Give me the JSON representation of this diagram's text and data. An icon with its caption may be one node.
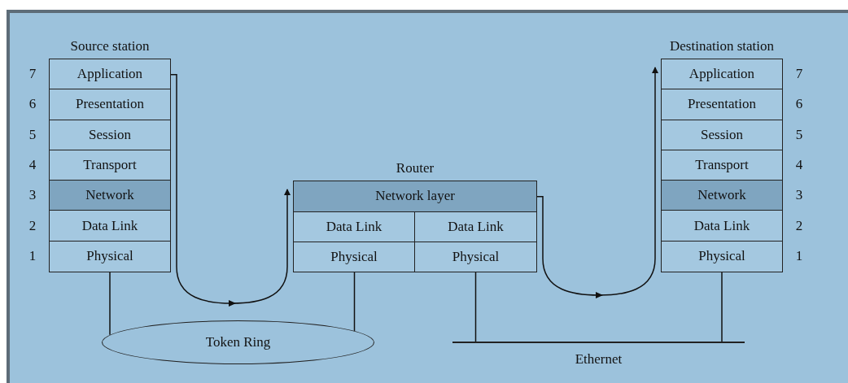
{
  "diagram": {
    "nodes": [
      {
        "text": [
          "Source station"
        ]
      },
      {
        "text": [
          "Application"
        ],
        "in": 0,
        "beside": [
          "7"
        ]
      },
      {
        "text": [
          "Presentation"
        ],
        "in": 0,
        "beside": [
          "6"
        ]
      },
      {
        "text": [
          "Session"
        ],
        "in": 0,
        "beside": [
          "5"
        ]
      },
      {
        "text": [
          "Transport"
        ],
        "in": 0,
        "beside": [
          "4"
        ]
      },
      {
        "text": [
          "Network"
        ],
        "in": 0,
        "beside": [
          "3"
        ]
      },
      {
        "text": [
          "Data Link"
        ],
        "in": 0,
        "beside": [
          "2"
        ]
      },
      {
        "text": [
          "Physical"
        ],
        "in": 0,
        "beside": [
          "1"
        ]
      },
      {
        "text": [
          "Router"
        ]
      },
      {
        "text": [
          "Network layer"
        ],
        "in": 8
      },
      {
        "text": [
          "Data Link"
        ],
        "in": 8
      },
      {
        "text": [
          "Data Link"
        ],
        "in": 8
      },
      {
        "text": [
          "Physical"
        ],
        "in": 8
      },
      {
        "text": [
          "Physical"
        ],
        "in": 8
      },
      {
        "text": [
          "Destination station"
        ]
      },
      {
        "text": [
          "Application"
        ],
        "in": 14,
        "beside": [
          "7"
        ]
      },
      {
        "text": [
          "Presentation"
        ],
        "in": 14,
        "beside": [
          "6"
        ]
      },
      {
        "text": [
          "Session"
        ],
        "in": 14,
        "beside": [
          "5"
        ]
      },
      {
        "text": [
          "Transport"
        ],
        "in": 14,
        "beside": [
          "4"
        ]
      },
      {
        "text": [
          "Network"
        ],
        "in": 14,
        "beside": [
          "3"
        ]
      },
      {
        "text": [
          "Data Link"
        ],
        "in": 14,
        "beside": [
          "2"
        ]
      },
      {
        "text": [
          "Physical"
        ],
        "in": 14,
        "beside": [
          "1"
        ]
      },
      {
        "text": [
          "Token Ring"
        ]
      },
      {
        "text": [
          "Ethernet"
        ]
      }
    ],
    "edges": [
      {
        "from": 1,
        "to": 9,
        "arrow": "to"
      },
      {
        "from": 9,
        "to": 15,
        "arrow": "to"
      },
      {
        "from": 7,
        "to": 22,
        "arrow": "none"
      },
      {
        "from": 12,
        "to": 22,
        "arrow": "none"
      },
      {
        "from": 13,
        "to": 23,
        "arrow": "none"
      },
      {
        "from": 21,
        "to": 23,
        "arrow": "none"
      }
    ]
  }
}
